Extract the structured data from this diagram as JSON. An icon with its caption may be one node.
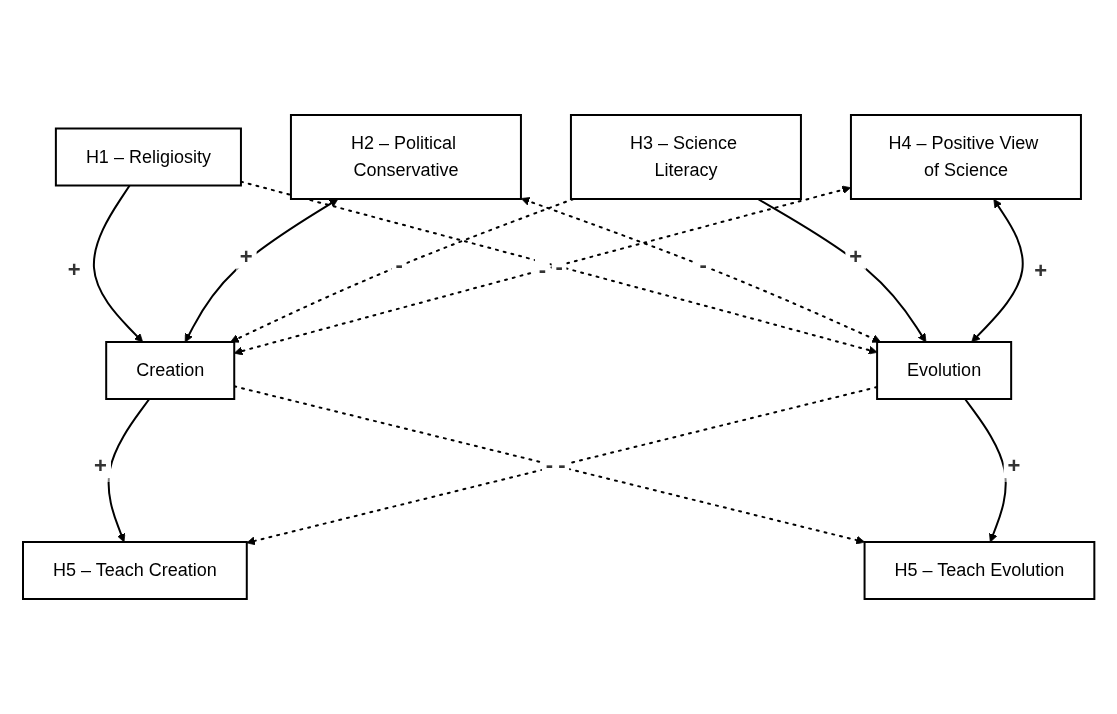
{
  "diagram": {
    "nodes": [
      {
        "text": [
          "H1 – Religiosity"
        ]
      },
      {
        "text": [
          "Creation"
        ]
      },
      {
        "text": [
          "H5 – Teach Creation"
        ]
      },
      {
        "text": [
          "H2 – Political Conservative"
        ]
      },
      {
        "text": [
          "H3 – Science Literacy"
        ]
      },
      {
        "text": [
          "Evolution"
        ]
      },
      {
        "text": [
          "H5 – Teach Evolution"
        ]
      },
      {
        "text": [
          "H4 – Positive View of Science"
        ]
      }
    ],
    "edges": [
      {
        "from": 0,
        "to": 1,
        "arrow": "to",
        "label": "+"
      },
      {
        "from": 0,
        "to": 5,
        "arrow": "to",
        "label": "-",
        "style": "dashed"
      },
      {
        "from": 3,
        "to": 1,
        "arrow": "both",
        "label": "+"
      },
      {
        "from": 3,
        "to": 5,
        "arrow": "both",
        "label": "-",
        "style": "dashed"
      },
      {
        "from": 4,
        "to": 5,
        "arrow": "to",
        "label": "+"
      },
      {
        "from": 4,
        "to": 1,
        "arrow": "to",
        "label": "-",
        "style": "dashed"
      },
      {
        "from": 7,
        "to": 5,
        "arrow": "both",
        "label": "+"
      },
      {
        "from": 7,
        "to": 1,
        "arrow": "both",
        "label": "-",
        "style": "dashed"
      },
      {
        "from": 1,
        "to": 2,
        "arrow": "to",
        "label": "+"
      },
      {
        "from": 1,
        "to": 6,
        "arrow": "to",
        "label": "-",
        "style": "dashed"
      },
      {
        "from": 5,
        "to": 6,
        "arrow": "to",
        "label": "+"
      },
      {
        "from": 5,
        "to": 2,
        "arrow": "to",
        "label": "-",
        "style": "dashed"
      }
    ]
  }
}
